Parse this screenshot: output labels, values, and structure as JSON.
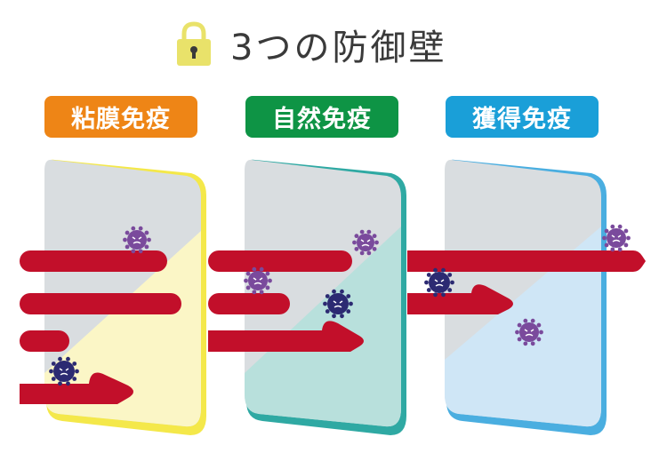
{
  "title": "3つの防御壁",
  "barriers": [
    {
      "label": "粘膜免疫",
      "color": "#ee8516"
    },
    {
      "label": "自然免疫",
      "color": "#0e9445"
    },
    {
      "label": "獲得免疫",
      "color": "#1a9fd8"
    }
  ],
  "colors": {
    "arrow": "#c20f2a",
    "virus_purple": "#7a4a9c",
    "virus_navy": "#2c2a72",
    "lock": "#e9e26a"
  },
  "icons": [
    "lock-icon",
    "virus-icon"
  ]
}
